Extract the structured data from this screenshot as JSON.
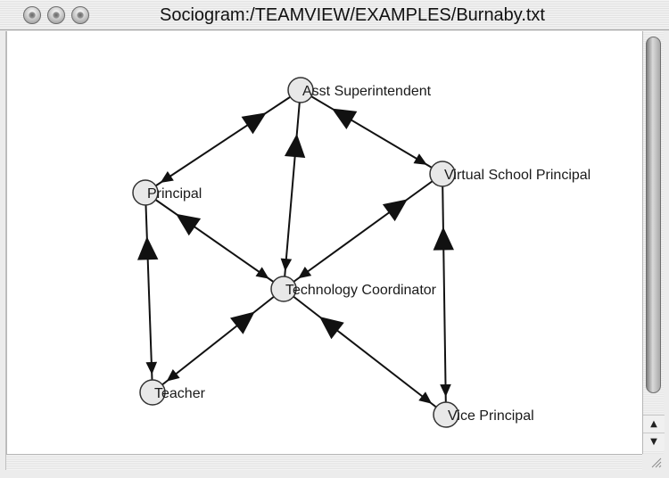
{
  "window": {
    "title": "Sociogram:/TEAMVIEW/EXAMPLES/Burnaby.txt"
  },
  "scrollbar": {
    "up_arrow": "▲",
    "down_arrow": "▼"
  },
  "graph": {
    "node_fill": "#e8e8e8",
    "node_stroke": "#333333",
    "edge_color": "#111111",
    "nodes": [
      {
        "id": "asst",
        "label": "Asst Superintendent"
      },
      {
        "id": "principal",
        "label": "Principal"
      },
      {
        "id": "vsp",
        "label": "Virtual School Principal"
      },
      {
        "id": "tech",
        "label": "Technology Coordinator"
      },
      {
        "id": "teacher",
        "label": "Teacher"
      },
      {
        "id": "vice",
        "label": "Vice Principal"
      }
    ],
    "edges": [
      {
        "from": "asst",
        "to": "principal",
        "bidirectional": true
      },
      {
        "from": "asst",
        "to": "vsp",
        "bidirectional": true
      },
      {
        "from": "asst",
        "to": "tech",
        "bidirectional": true
      },
      {
        "from": "principal",
        "to": "tech",
        "bidirectional": true
      },
      {
        "from": "principal",
        "to": "teacher",
        "bidirectional": true
      },
      {
        "from": "vsp",
        "to": "tech",
        "bidirectional": true
      },
      {
        "from": "vsp",
        "to": "vice",
        "bidirectional": true
      },
      {
        "from": "tech",
        "to": "teacher",
        "bidirectional": true
      },
      {
        "from": "tech",
        "to": "vice",
        "bidirectional": true
      }
    ]
  }
}
